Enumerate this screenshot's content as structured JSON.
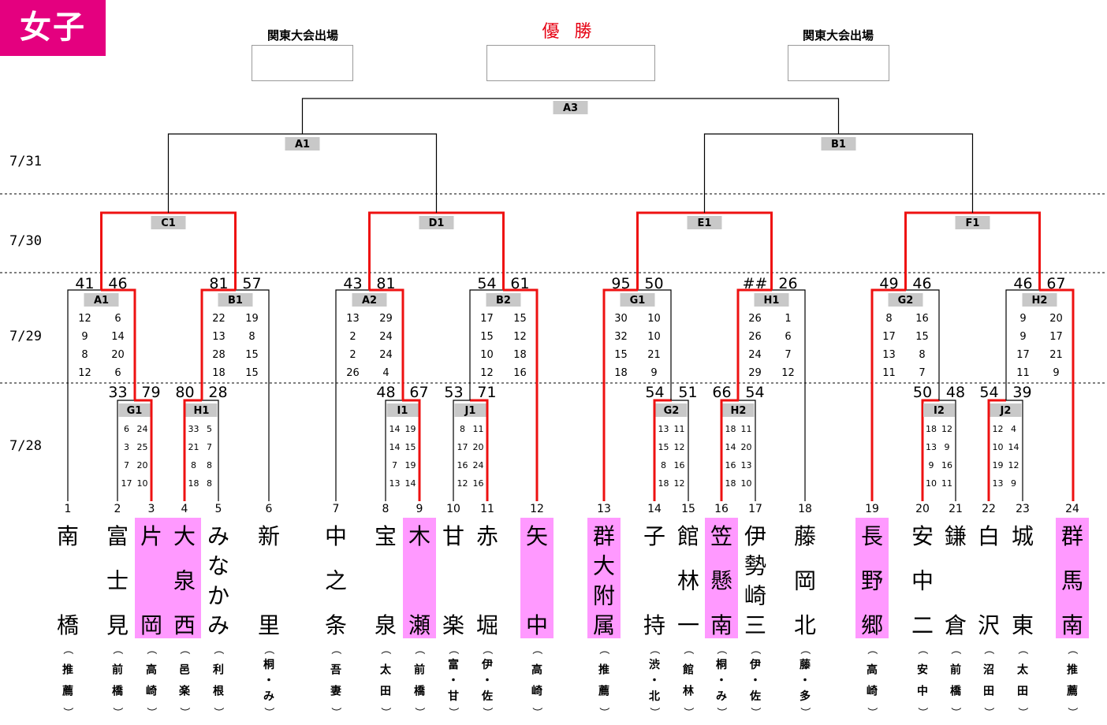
{
  "division": "女子",
  "qualify_label": "関東大会出場",
  "champion_label": "優 勝",
  "dates": [
    "7/31",
    "7/30",
    "7/29",
    "7/28"
  ],
  "colors": {
    "accent": "#e4007f",
    "win_line": "#ee1111",
    "highlight": "#ff99ff",
    "box": "#c8c8c8"
  },
  "match_labels": {
    "A3": "A3",
    "A1": "A1",
    "B1top": "B1",
    "C1": "C1",
    "D1": "D1",
    "E1": "E1",
    "F1": "F1",
    "r3": [
      "A1",
      "B1",
      "A2",
      "B2",
      "G1",
      "H1",
      "G2",
      "H2"
    ],
    "r4": [
      "G1",
      "H1",
      "I1",
      "J1",
      "G2",
      "H2",
      "I2",
      "J2"
    ]
  },
  "r3_totals": [
    [
      "41",
      "46"
    ],
    [
      "81",
      "57"
    ],
    [
      "43",
      "81"
    ],
    [
      "54",
      "61"
    ],
    [
      "95",
      "50"
    ],
    [
      "##",
      "26"
    ],
    [
      "49",
      "46"
    ],
    [
      "46",
      "67"
    ]
  ],
  "r3_quarters": [
    [
      [
        "12",
        "6"
      ],
      [
        "9",
        "14"
      ],
      [
        "8",
        "20"
      ],
      [
        "12",
        "6"
      ]
    ],
    [
      [
        "22",
        "19"
      ],
      [
        "13",
        "8"
      ],
      [
        "28",
        "15"
      ],
      [
        "18",
        "15"
      ]
    ],
    [
      [
        "13",
        "29"
      ],
      [
        "2",
        "24"
      ],
      [
        "2",
        "24"
      ],
      [
        "26",
        "4"
      ]
    ],
    [
      [
        "17",
        "15"
      ],
      [
        "15",
        "12"
      ],
      [
        "10",
        "18"
      ],
      [
        "12",
        "16"
      ]
    ],
    [
      [
        "30",
        "10"
      ],
      [
        "32",
        "10"
      ],
      [
        "15",
        "21"
      ],
      [
        "18",
        "9"
      ]
    ],
    [
      [
        "26",
        "1"
      ],
      [
        "26",
        "6"
      ],
      [
        "24",
        "7"
      ],
      [
        "29",
        "12"
      ]
    ],
    [
      [
        "8",
        "16"
      ],
      [
        "17",
        "15"
      ],
      [
        "13",
        "8"
      ],
      [
        "11",
        "7"
      ]
    ],
    [
      [
        "9",
        "20"
      ],
      [
        "9",
        "17"
      ],
      [
        "17",
        "21"
      ],
      [
        "11",
        "9"
      ]
    ]
  ],
  "r4_totals": [
    [
      "33",
      "79"
    ],
    [
      "80",
      "28"
    ],
    [
      "48",
      "67"
    ],
    [
      "53",
      "71"
    ],
    [
      "54",
      "51"
    ],
    [
      "66",
      "54"
    ],
    [
      "50",
      "48"
    ],
    [
      "54",
      "39"
    ]
  ],
  "r4_quarters": [
    [
      [
        "6",
        "24"
      ],
      [
        "3",
        "25"
      ],
      [
        "7",
        "20"
      ],
      [
        "17",
        "10"
      ]
    ],
    [
      [
        "33",
        "5"
      ],
      [
        "21",
        "7"
      ],
      [
        "8",
        "8"
      ],
      [
        "18",
        "8"
      ]
    ],
    [
      [
        "14",
        "19"
      ],
      [
        "14",
        "15"
      ],
      [
        "7",
        "19"
      ],
      [
        "13",
        "14"
      ]
    ],
    [
      [
        "8",
        "11"
      ],
      [
        "17",
        "20"
      ],
      [
        "16",
        "24"
      ],
      [
        "12",
        "16"
      ]
    ],
    [
      [
        "13",
        "11"
      ],
      [
        "15",
        "12"
      ],
      [
        "8",
        "16"
      ],
      [
        "18",
        "12"
      ]
    ],
    [
      [
        "18",
        "11"
      ],
      [
        "14",
        "20"
      ],
      [
        "16",
        "13"
      ],
      [
        "18",
        "10"
      ]
    ],
    [
      [
        "18",
        "12"
      ],
      [
        "13",
        "9"
      ],
      [
        "9",
        "16"
      ],
      [
        "10",
        "11"
      ]
    ],
    [
      [
        "12",
        "4"
      ],
      [
        "10",
        "14"
      ],
      [
        "19",
        "12"
      ],
      [
        "13",
        "9"
      ]
    ]
  ],
  "teams": [
    {
      "no": "1",
      "name": "南　橋",
      "region": "（推薦）",
      "hl": false
    },
    {
      "no": "2",
      "name": "富士見",
      "region": "（前橋）",
      "hl": false
    },
    {
      "no": "3",
      "name": "片岡",
      "region": "（高崎）",
      "hl": true
    },
    {
      "no": "4",
      "name": "大泉西",
      "region": "（邑楽）",
      "hl": true
    },
    {
      "no": "5",
      "name": "みなかみ",
      "region": "（利根）",
      "hl": false
    },
    {
      "no": "6",
      "name": "新　里",
      "region": "（桐・み）",
      "hl": false
    },
    {
      "no": "7",
      "name": "中之条",
      "region": "（吾妻）",
      "hl": false
    },
    {
      "no": "8",
      "name": "宝　泉",
      "region": "（太田）",
      "hl": false
    },
    {
      "no": "9",
      "name": "木瀬",
      "region": "（前橋）",
      "hl": true
    },
    {
      "no": "10",
      "name": "甘　楽",
      "region": "（富・甘）",
      "hl": false
    },
    {
      "no": "11",
      "name": "赤　堀",
      "region": "（伊・佐）",
      "hl": false
    },
    {
      "no": "12",
      "name": "矢中",
      "region": "（高崎）",
      "hl": true
    },
    {
      "no": "13",
      "name": "群大附属",
      "region": "（推薦）",
      "hl": true
    },
    {
      "no": "14",
      "name": "子　持",
      "region": "（渋・北）",
      "hl": false
    },
    {
      "no": "15",
      "name": "館林一",
      "region": "（館林）",
      "hl": false
    },
    {
      "no": "16",
      "name": "笠懸南",
      "region": "（桐・み）",
      "hl": true
    },
    {
      "no": "17",
      "name": "伊勢崎三",
      "region": "（伊・佐）",
      "hl": false
    },
    {
      "no": "18",
      "name": "藤岡北",
      "region": "（藤・多）",
      "hl": false
    },
    {
      "no": "19",
      "name": "長野郷",
      "region": "（高崎）",
      "hl": true
    },
    {
      "no": "20",
      "name": "安中二",
      "region": "（安中）",
      "hl": false
    },
    {
      "no": "21",
      "name": "鎌　倉",
      "region": "（前橋）",
      "hl": false
    },
    {
      "no": "22",
      "name": "白　沢",
      "region": "（沼田）",
      "hl": false
    },
    {
      "no": "23",
      "name": "城　東",
      "region": "（太田）",
      "hl": false
    },
    {
      "no": "24",
      "name": "群馬南",
      "region": "（推薦）",
      "hl": true
    }
  ]
}
